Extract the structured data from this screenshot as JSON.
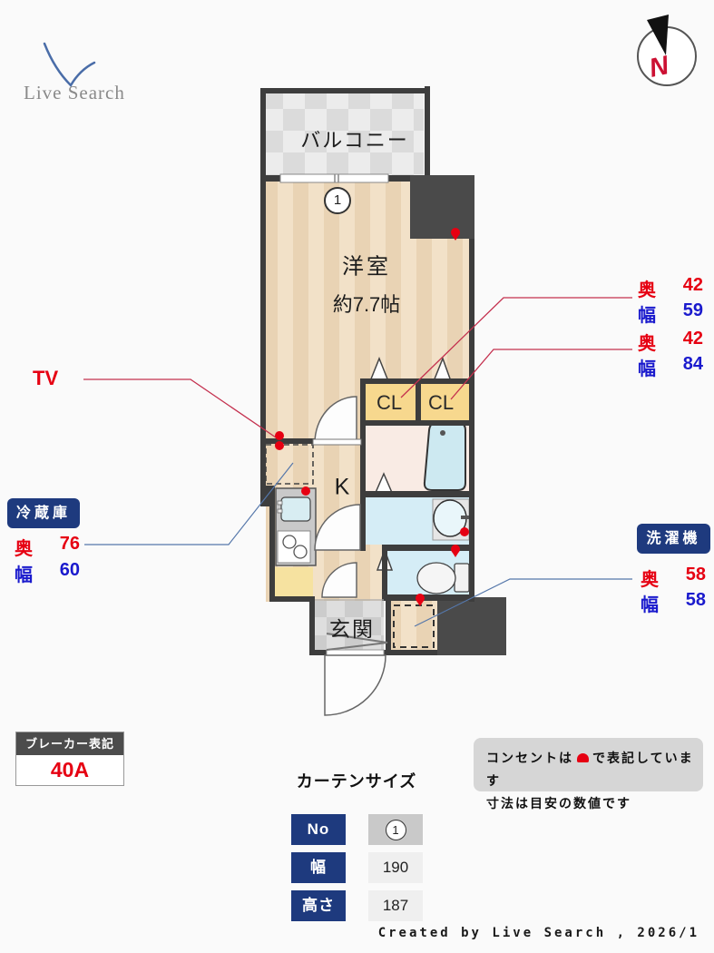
{
  "logo": {
    "text": "Live Search"
  },
  "compass": {
    "label": "N"
  },
  "floorplan": {
    "balcony_label": "バルコニー",
    "window_number": "1",
    "room_label": "洋室",
    "room_size": "約7.7帖",
    "closet_left": "CL",
    "closet_right": "CL",
    "kitchen_label": "K",
    "entrance_label": "玄関"
  },
  "annotations": {
    "tv": {
      "label": "TV"
    },
    "closet1": {
      "depth_label": "奥",
      "depth": "42",
      "width_label": "幅",
      "width": "59"
    },
    "closet2": {
      "depth_label": "奥",
      "depth": "42",
      "width_label": "幅",
      "width": "84"
    },
    "fridge": {
      "title": "冷蔵庫",
      "depth_label": "奥",
      "depth": "76",
      "width_label": "幅",
      "width": "60"
    },
    "washer": {
      "title": "洗濯機",
      "depth_label": "奥",
      "depth": "58",
      "width_label": "幅",
      "width": "58"
    }
  },
  "breaker": {
    "title": "ブレーカー表記",
    "value": "40A"
  },
  "curtain": {
    "title": "カーテンサイズ",
    "rows": [
      {
        "label": "No",
        "value": "1"
      },
      {
        "label": "幅",
        "value": "190"
      },
      {
        "label": "高さ",
        "value": "187"
      }
    ]
  },
  "notes": {
    "line1_pre": "コンセントは",
    "line1_post": "で表記しています",
    "line2": "寸法は目安の数値です"
  },
  "footer": {
    "credit": "Created by Live Search , 2026/1"
  },
  "colors": {
    "accent_red": "#e60012",
    "accent_blue": "#1a1acd",
    "navy": "#1e3a7e",
    "wall": "#3d3d3d",
    "closet_fill": "#f7d88e",
    "bath_fill": "#f9ebe4",
    "wet_fill": "#d5edf6"
  }
}
